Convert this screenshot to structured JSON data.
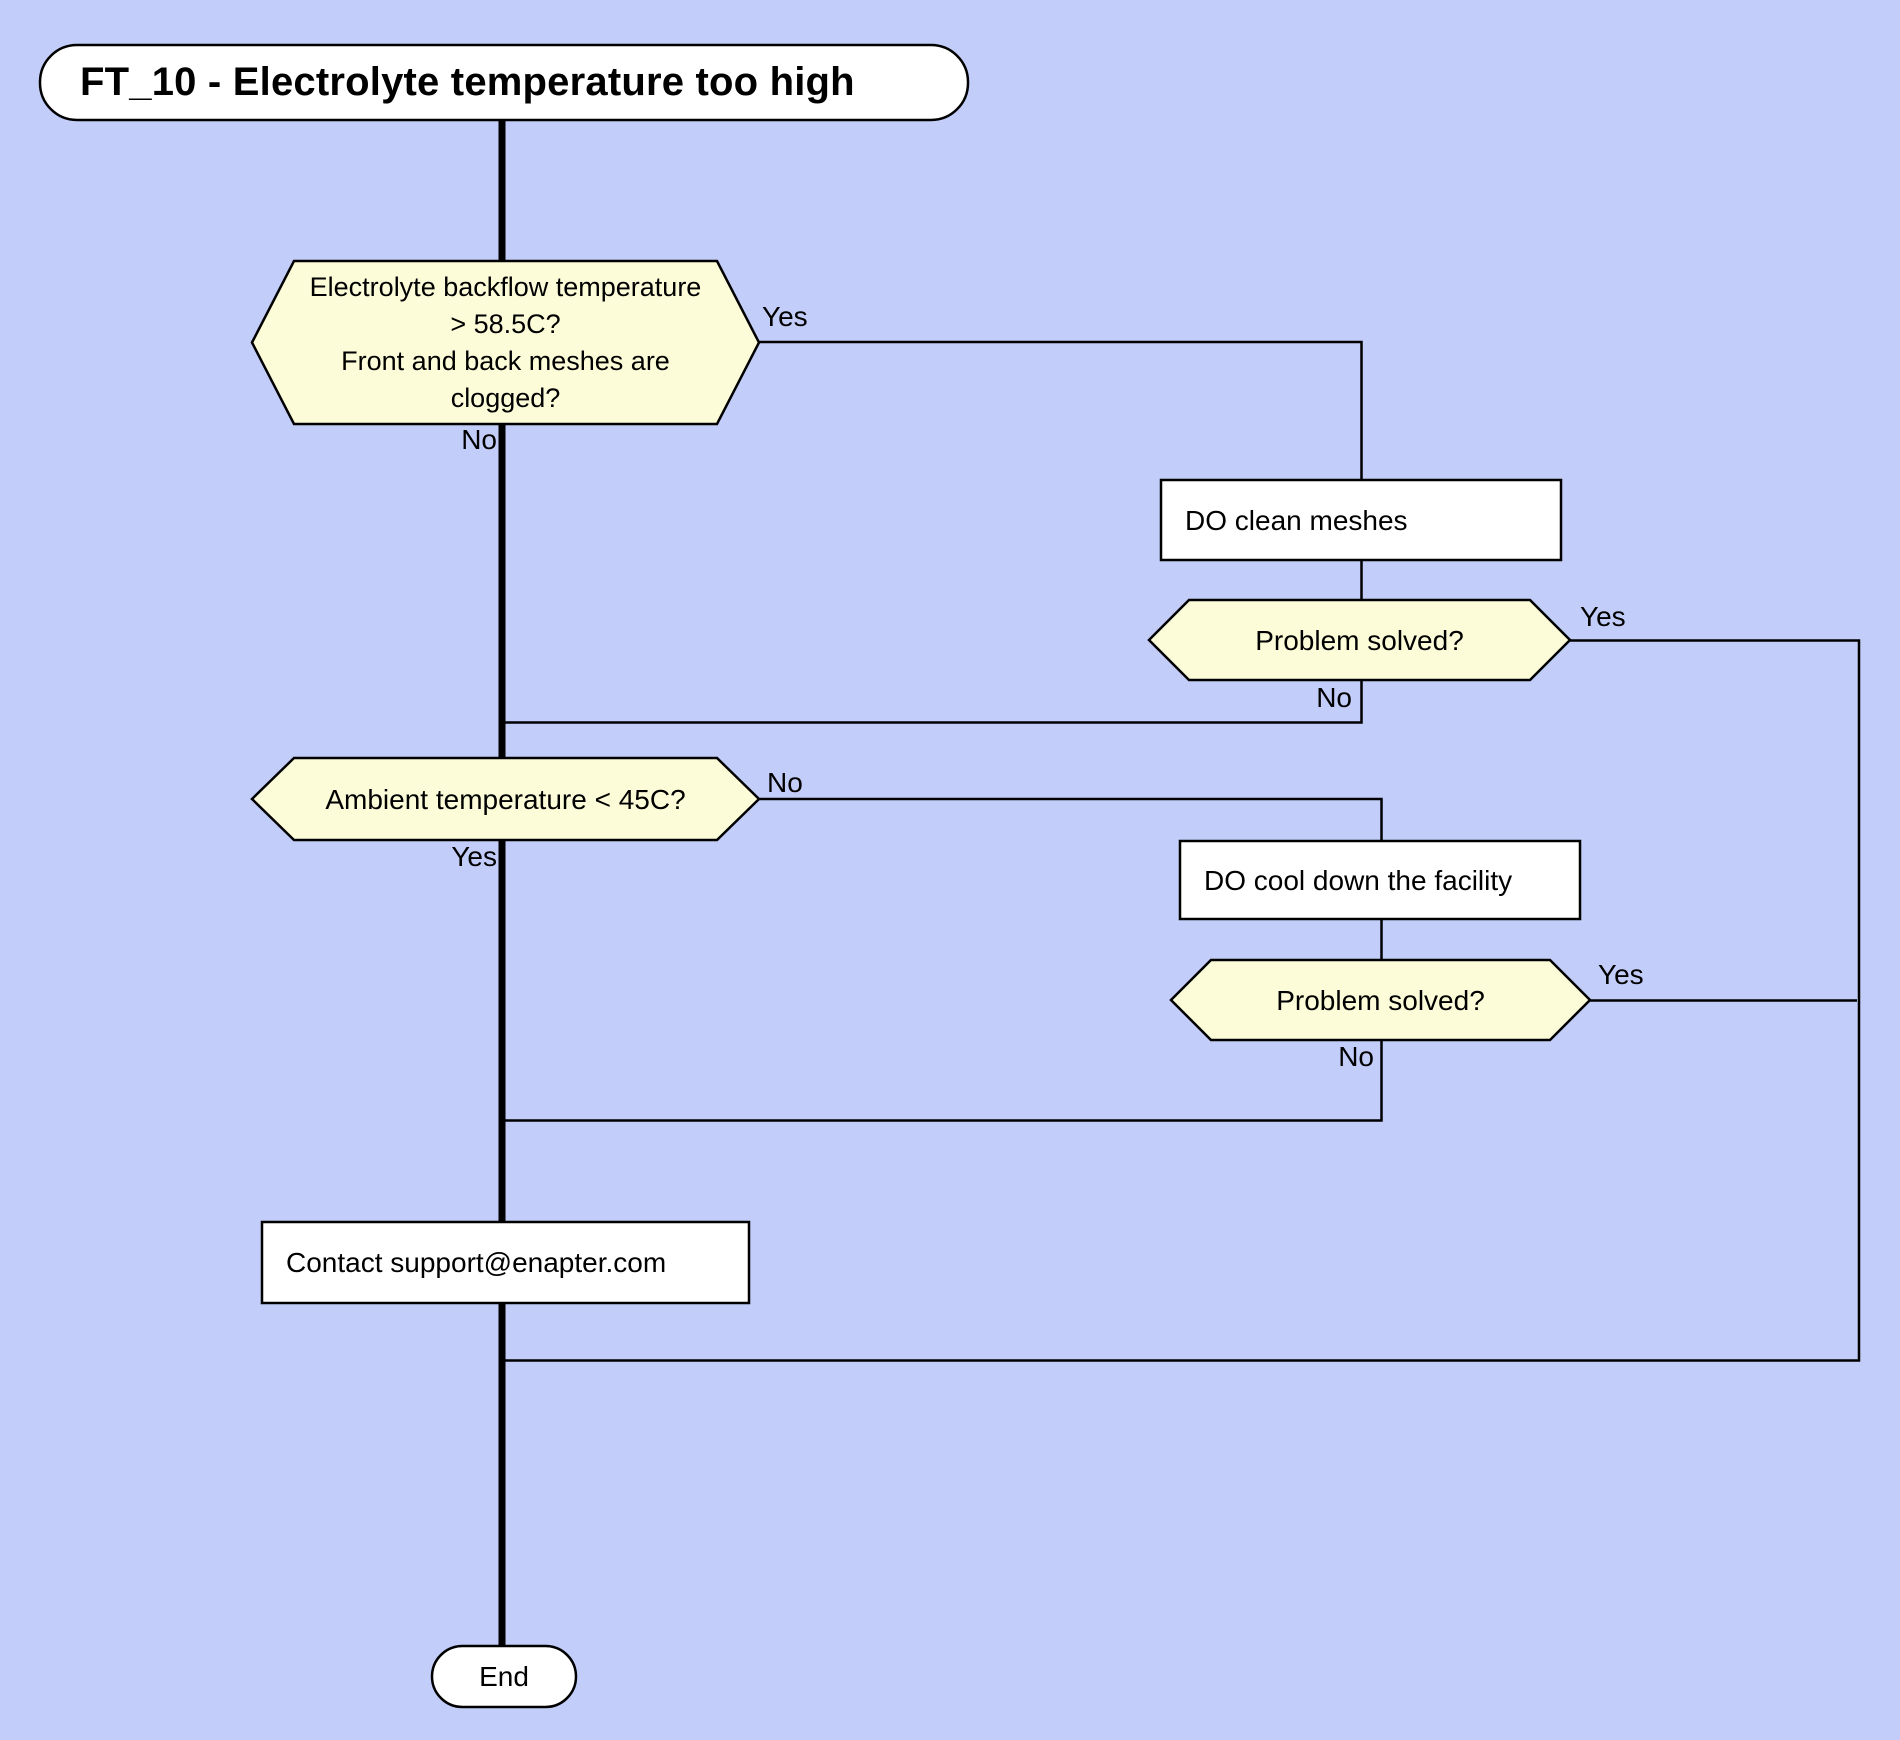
{
  "title": {
    "text": "FT_10 - Electrolyte temperature too high"
  },
  "nodes": {
    "decision_backflow": {
      "text": "Electrolyte backflow temperature\n> 58.5C?\nFront and back meshes are\nclogged?"
    },
    "process_clean_meshes": {
      "text": "DO clean meshes"
    },
    "decision_problem_solved_1": {
      "text": "Problem solved?"
    },
    "decision_ambient": {
      "text": "Ambient temperature < 45C?"
    },
    "process_cool_down": {
      "text": "DO cool down the facility"
    },
    "decision_problem_solved_2": {
      "text": "Problem solved?"
    },
    "process_contact_support": {
      "text": "Contact support@enapter.com"
    },
    "end": {
      "text": "End"
    }
  },
  "edges": {
    "backflow_yes": "Yes",
    "backflow_no": "No",
    "solved1_yes": "Yes",
    "solved1_no": "No",
    "ambient_no": "No",
    "ambient_yes": "Yes",
    "solved2_yes": "Yes",
    "solved2_no": "No"
  },
  "colors": {
    "background": "#c3cdf9",
    "decision_fill": "#fcfcd8",
    "process_fill": "#ffffff",
    "terminal_fill": "#ffffff",
    "line": "#000000",
    "text": "#000000"
  }
}
